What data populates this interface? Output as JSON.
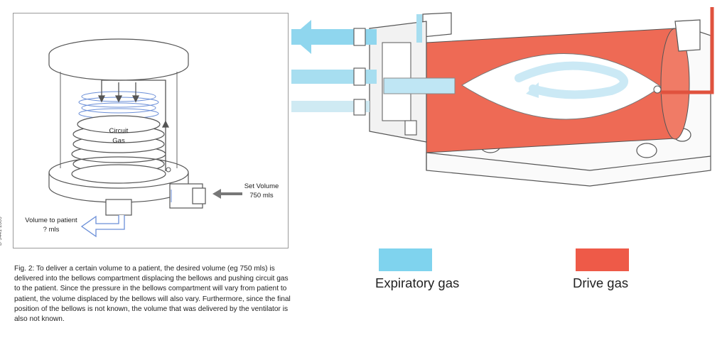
{
  "figure_id": "D-9441-2009",
  "diagram": {
    "bellows_label_line1": "Circuit",
    "bellows_label_line2": "Gas",
    "set_volume_line1": "Set Volume",
    "set_volume_line2": "750 mls",
    "patient_line1": "Volume to patient",
    "patient_line2": "? mls"
  },
  "caption": "Fig. 2: To deliver a certain volume to a patient, the desired volume (eg 750 mls) is delivered into the bellows compartment displacing the bellows and pushing circuit gas to the patient. Since the pressure in the bellows compartment will vary from patient to patient, the volume displaced by the bellows will also vary. Furthermore, since the final position of the bellows is not known, the volume that was delivered by the ventilator is also not known.",
  "legend": [
    {
      "label": "Expiratory gas",
      "color": "#7fd3ee"
    },
    {
      "label": "Drive gas",
      "color": "#ee5a48"
    }
  ]
}
